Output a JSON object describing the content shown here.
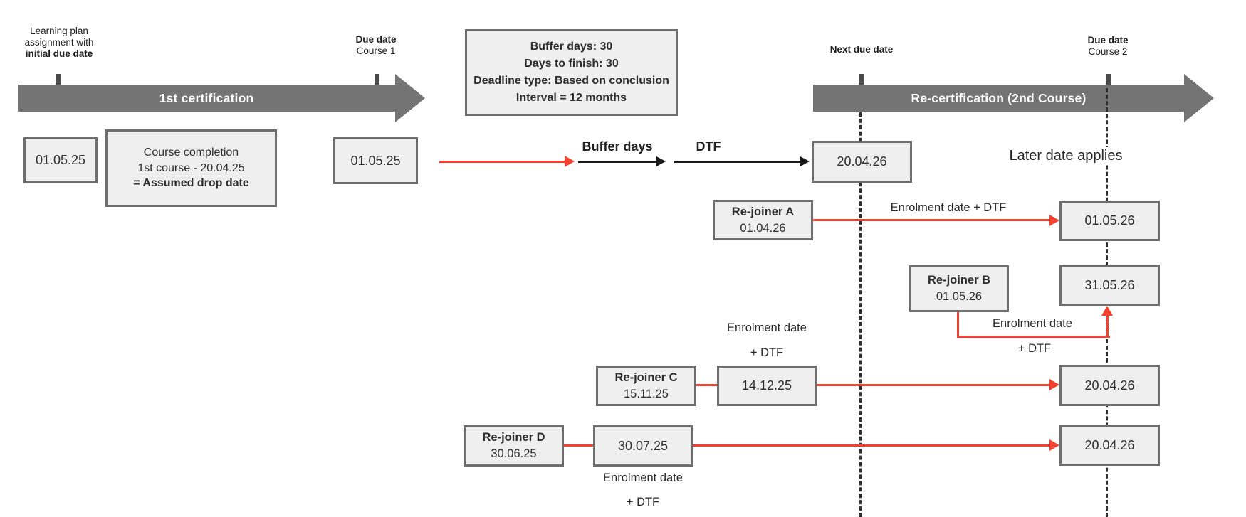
{
  "colors": {
    "red": "#f4402f",
    "arrow_gray": "#747474",
    "box_border": "#6e6e6e",
    "box_fill": "#efefef",
    "tick": "#4a4a4a",
    "dash": "#2f2f2f",
    "ink": "#212121"
  },
  "timeline1": {
    "assignment_label": [
      "Learning plan",
      "assignment with",
      "initial due date"
    ],
    "due_label": [
      "Due date",
      "Course 1"
    ],
    "arrow_title": "1st certification",
    "initial_due_date": "01.05.25",
    "completion_note": [
      "Course completion",
      "1st course - 20.04.25",
      "= Assumed drop date"
    ],
    "course1_due_date": "01.05.25"
  },
  "settings_box": {
    "lines": [
      "Buffer days: 30",
      "Days to finish: 30",
      "Deadline type: Based on conclusion",
      "Interval = 12 months"
    ]
  },
  "calc_flow": {
    "buffer_label": "Buffer days",
    "dtf_label": "DTF",
    "next_due_date": "20.04.26"
  },
  "timeline2": {
    "next_due_label": "Next due date",
    "due_label": [
      "Due date",
      "Course 2"
    ],
    "arrow_title": "Re-certification (2nd Course)",
    "note": "Later date applies"
  },
  "rejoiners": [
    {
      "name": "Re-joiner A",
      "enrolment_date": "01.04.26",
      "rule": "Enrolment date + DTF",
      "new_due_date": "01.05.26"
    },
    {
      "name": "Re-joiner B",
      "enrolment_date": "01.05.26",
      "rule_lines": [
        "Enrolment date",
        "+ DTF"
      ],
      "new_due_date": "31.05.26"
    },
    {
      "name": "Re-joiner C",
      "enrolment_date": "15.11.25",
      "enrolment_plus_dtf": "14.12.25",
      "rule_lines": [
        "Enrolment date",
        "+ DTF"
      ],
      "new_due_date": "20.04.26"
    },
    {
      "name": "Re-joiner D",
      "enrolment_date": "30.06.25",
      "enrolment_plus_dtf": "30.07.25",
      "rule_lines": [
        "Enrolment date",
        "+ DTF"
      ],
      "new_due_date": "20.04.26"
    }
  ]
}
